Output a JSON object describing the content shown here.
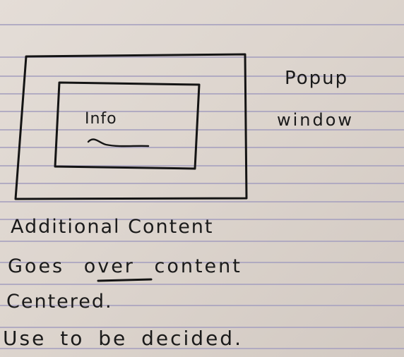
{
  "diagram": {
    "popup_label_line1": "Popup",
    "popup_label_line2": "window",
    "inner_box_text": "Info"
  },
  "notes": [
    "Additional Content",
    "Goes over content",
    "Centered.",
    "Use to be decided."
  ],
  "colors": {
    "paper": "#ddd5ce",
    "rule": "#a9a3c0",
    "ink": "#1a1a1a"
  }
}
